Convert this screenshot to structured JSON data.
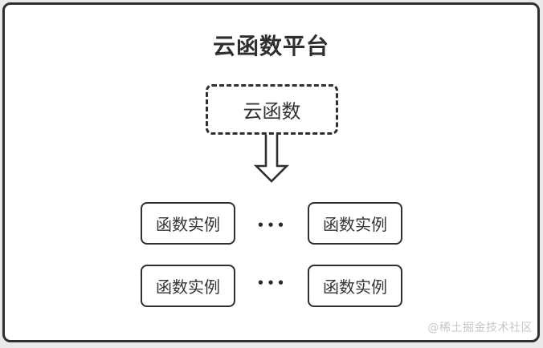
{
  "diagram": {
    "title": "云函数平台",
    "cloud_function_label": "云函数",
    "ellipsis": "•••",
    "instances": [
      {
        "label": "函数实例"
      },
      {
        "label": "函数实例"
      },
      {
        "label": "函数实例"
      },
      {
        "label": "函数实例"
      }
    ],
    "watermark": "@稀土掘金技术社区",
    "colors": {
      "outline": "#2f2f2f",
      "text": "#333333",
      "background": "#eaeaea",
      "canvas": "#ffffff",
      "watermark_text": "#c6c6c6"
    }
  }
}
